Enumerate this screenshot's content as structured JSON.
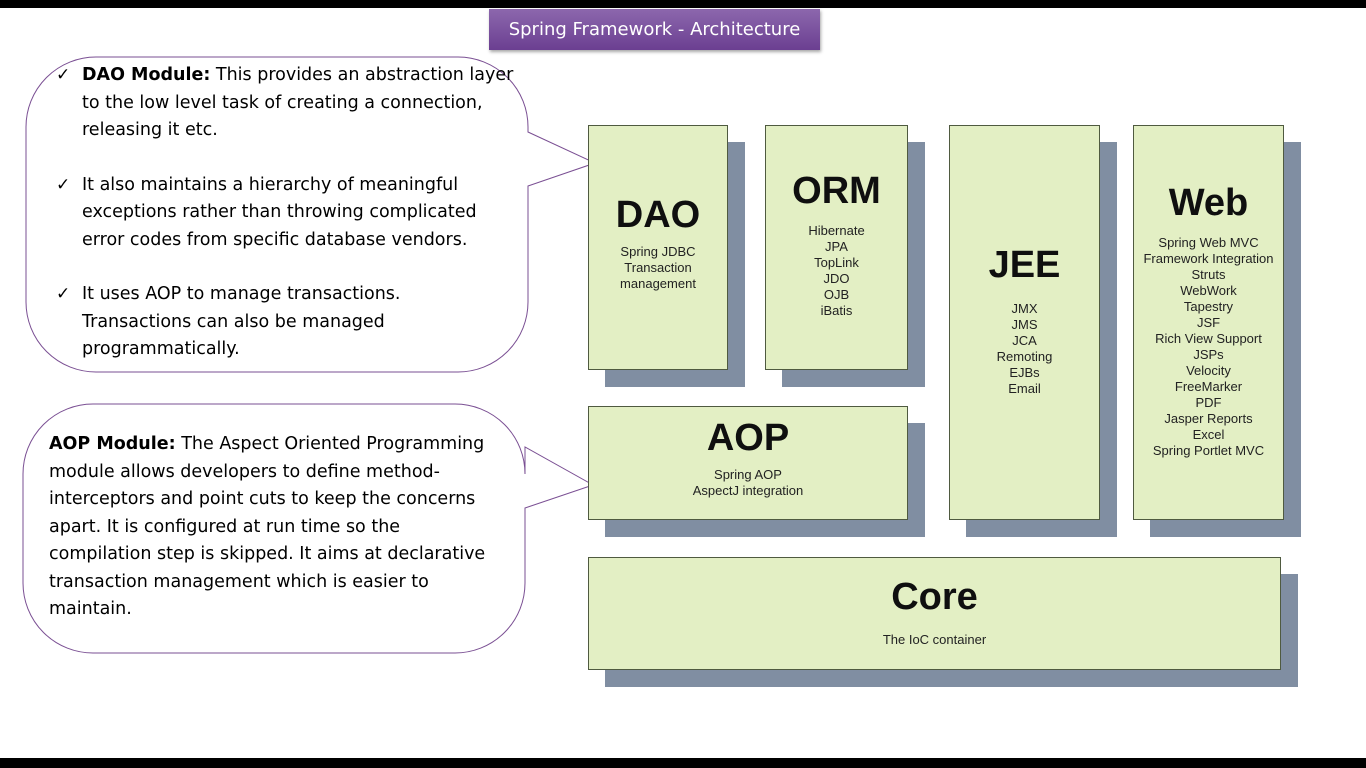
{
  "title": "Spring Framework - Architecture",
  "dao_callout": {
    "items": [
      {
        "bold": "DAO Module:",
        "text": " This provides an abstraction layer to the low level task of creating a connection, releasing it etc."
      },
      {
        "bold": "",
        "text": "It also maintains a hierarchy of meaningful exceptions rather than throwing complicated error codes from specific database vendors."
      },
      {
        "bold": "",
        "text": "It uses AOP to manage transactions. Transactions can also be managed programmatically."
      }
    ]
  },
  "aop_callout": {
    "bold": "AOP Module:",
    "text": " The Aspect Oriented Programming module allows developers to define method-interceptors and point cuts to keep the concerns apart. It is configured at run time so the compilation step is skipped. It aims at declarative transaction management which is easier to maintain."
  },
  "modules": {
    "dao": {
      "name": "DAO",
      "items": [
        "Spring JDBC",
        "Transaction",
        "management"
      ]
    },
    "orm": {
      "name": "ORM",
      "items": [
        "Hibernate",
        "JPA",
        "TopLink",
        "JDO",
        "OJB",
        "iBatis"
      ]
    },
    "jee": {
      "name": "JEE",
      "items": [
        "JMX",
        "JMS",
        "JCA",
        "Remoting",
        "EJBs",
        "Email"
      ]
    },
    "web": {
      "name": "Web",
      "items": [
        "Spring Web MVC",
        "Framework Integration",
        "Struts",
        "WebWork",
        "Tapestry",
        "JSF",
        "Rich View Support",
        "JSPs",
        "Velocity",
        "FreeMarker",
        "PDF",
        "Jasper Reports",
        "Excel",
        "Spring Portlet MVC"
      ]
    },
    "aop": {
      "name": "AOP",
      "items": [
        "Spring AOP",
        "AspectJ integration"
      ]
    },
    "core": {
      "name": "Core",
      "items": [
        "The IoC container"
      ]
    }
  },
  "colors": {
    "title_bg": "#7b519e",
    "block_face": "#e3efc4",
    "block_shadow": "#808ea2",
    "callout_border": "#7a4f93"
  },
  "icons": {
    "bullet": "check-mark-icon"
  }
}
